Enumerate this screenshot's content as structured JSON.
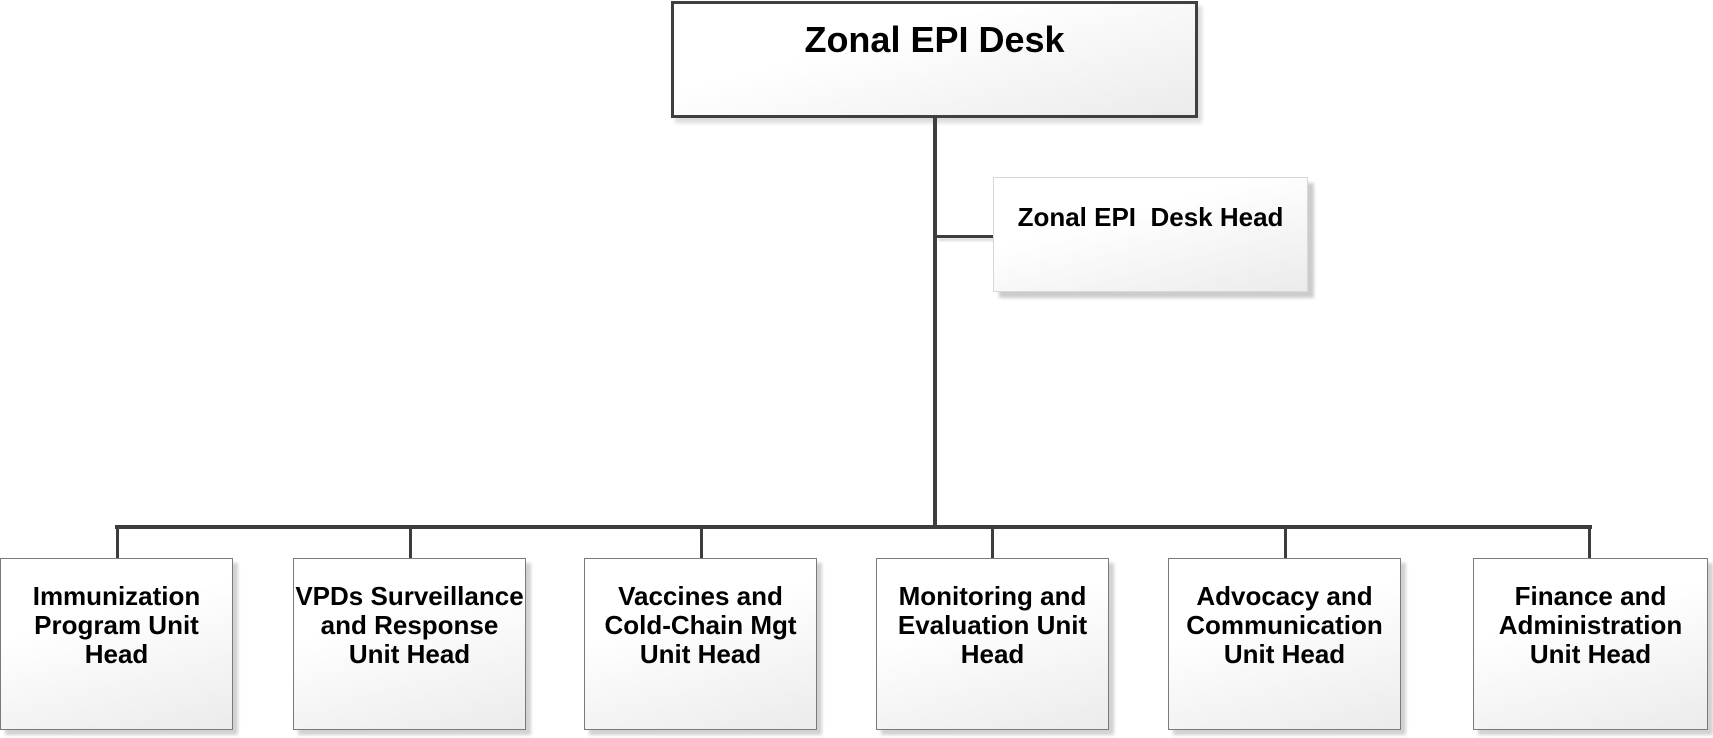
{
  "diagram": {
    "root": {
      "label": "Zonal EPI Desk"
    },
    "assistant": {
      "label": "Zonal EPI  Desk Head"
    },
    "units": [
      {
        "label": "Immunization\nProgram Unit\nHead"
      },
      {
        "label": "VPDs Surveillance\nand Response\nUnit Head"
      },
      {
        "label": "Vaccines and\nCold-Chain Mgt\nUnit Head"
      },
      {
        "label": "Monitoring and\nEvaluation Unit\nHead"
      },
      {
        "label": "Advocacy and\nCommunication\nUnit Head"
      },
      {
        "label": "Finance and\nAdministration\nUnit Head"
      }
    ],
    "colors": {
      "connector_line": "#3d3d3d",
      "root_border": "#3f3f3f",
      "unit_border": "#7a7a7a",
      "box_fill_top": "#ffffff",
      "box_fill_bottom": "#ebebeb",
      "text": "#000000"
    }
  }
}
